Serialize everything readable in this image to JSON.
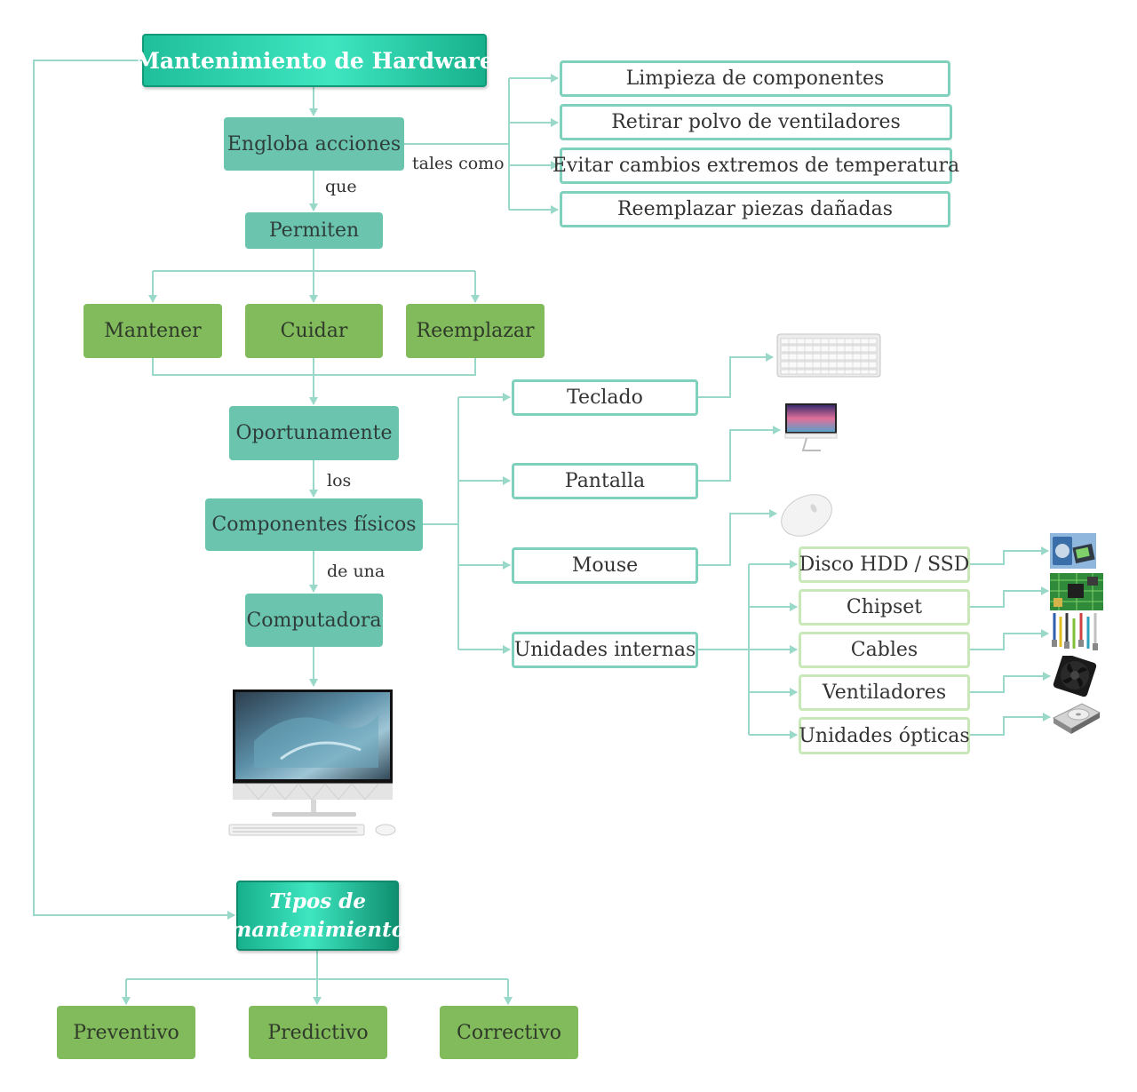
{
  "title": "Mantenimiento de Hardware",
  "engloba": "Engloba acciones",
  "tales_como": "tales como",
  "acciones": [
    "Limpieza de componentes",
    "Retirar polvo de ventiladores",
    "Evitar cambios extremos de temperatura",
    "Reemplazar piezas dañadas"
  ],
  "que": "que",
  "permiten": "Permiten",
  "verbos": [
    "Mantener",
    "Cuidar",
    "Reemplazar"
  ],
  "oportunamente": "Oportunamente",
  "los": "los",
  "componentes": "Componentes físicos",
  "de_una": "de una",
  "computadora": "Computadora",
  "perifericos": [
    "Teclado",
    "Pantalla",
    "Mouse",
    "Unidades internas"
  ],
  "unidades": [
    "Disco HDD / SSD",
    "Chipset",
    "Cables",
    "Ventiladores",
    "Unidades ópticas"
  ],
  "tipos_title": "Tipos de mantenimiento",
  "tipos": [
    "Preventivo",
    "Predictivo",
    "Correctivo"
  ],
  "colors": {
    "title_gradient": [
      "#1fbf9a",
      "#3ee6c0"
    ],
    "teal": "#6ac4ae",
    "green": "#82bb5c",
    "connector": "#9ad9c9",
    "outline_teal": "#7fd0bd",
    "outline_green": "#c9e8b8"
  },
  "icons": [
    "keyboard-icon",
    "monitor-icon",
    "mouse-icon",
    "hdd-icon",
    "chipset-icon",
    "cables-icon",
    "fan-icon",
    "optical-drive-icon",
    "all-in-one-computer-icon"
  ]
}
